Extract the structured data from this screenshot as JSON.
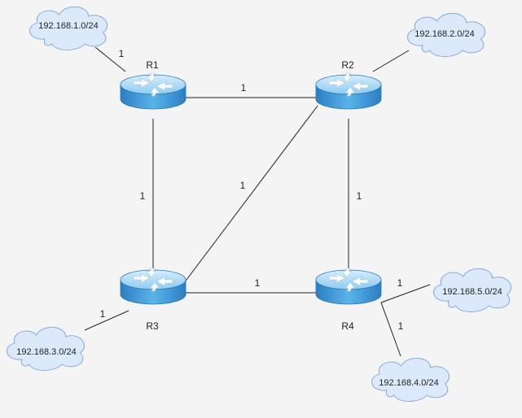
{
  "routers": {
    "r1": {
      "name": "R1"
    },
    "r2": {
      "name": "R2"
    },
    "r3": {
      "name": "R3"
    },
    "r4": {
      "name": "R4"
    }
  },
  "networks": {
    "n1": {
      "label": "192.168.1.0/24"
    },
    "n2": {
      "label": "192.168.2.0/24"
    },
    "n3": {
      "label": "192.168.3.0/24"
    },
    "n4": {
      "label": "192.168.4.0/24"
    },
    "n5": {
      "label": "192.168.5.0/24"
    }
  },
  "links": {
    "r1_r2": {
      "cost": "1"
    },
    "r1_r3": {
      "cost": "1"
    },
    "r2_r3": {
      "cost": "1"
    },
    "r2_r4": {
      "cost": "1"
    },
    "r3_r4": {
      "cost": "1"
    },
    "r1_n1": {
      "cost": "1"
    },
    "r3_n3": {
      "cost": "1"
    },
    "r4_n5": {
      "cost": "1"
    },
    "r4_n4": {
      "cost": "1"
    }
  },
  "colors": {
    "router_top": "#b6e0f7",
    "router_side": "#3c96d6",
    "cloud_fill": "#dbe9fb",
    "cloud_stroke": "#7fa8d8",
    "link": "#222222"
  }
}
